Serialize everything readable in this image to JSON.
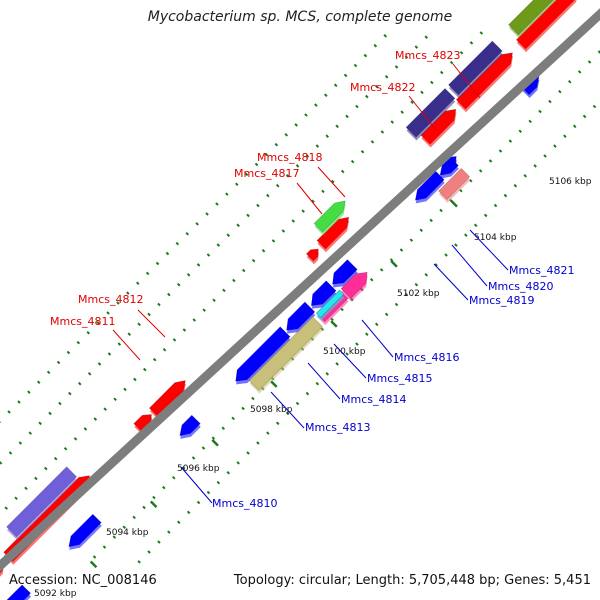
{
  "title": "Mycobacterium sp. MCS, complete genome",
  "footer": {
    "accession": "Accession: NC_008146",
    "summary": "Topology: circular; Length: 5,705,448 bp; Genes: 5,451"
  },
  "colors": {
    "backbone": "#7d7d7d",
    "tick": "#1f7a1f",
    "label_red": "#e00000",
    "label_blue": "#0000cc",
    "red": "#ff0000",
    "blue": "#0000ff",
    "navy": "#3a2e8c",
    "lavender": "#6f5fd9",
    "green": "#44dd44",
    "olive": "#6e9a1a",
    "pink": "#f08080",
    "magenta": "#ff2d95",
    "cyan": "#22e6f0",
    "khaki": "#c8c07a"
  },
  "scale_labels": [
    "5092 kbp",
    "5094 kbp",
    "5096 kbp",
    "5098 kbp",
    "5100 kbp",
    "5102 kbp",
    "5104 kbp",
    "5106 kbp"
  ],
  "gene_labels": {
    "m4810": "Mmcs_4810",
    "m4811": "Mmcs_4811",
    "m4812": "Mmcs_4812",
    "m4813": "Mmcs_4813",
    "m4814": "Mmcs_4814",
    "m4815": "Mmcs_4815",
    "m4816": "Mmcs_4816",
    "m4817": "Mmcs_4817",
    "m4818": "Mmcs_4818",
    "m4819": "Mmcs_4819",
    "m4820": "Mmcs_4820",
    "m4821": "Mmcs_4821",
    "m4822": "Mmcs_4822",
    "m4823": "Mmcs_4823"
  }
}
